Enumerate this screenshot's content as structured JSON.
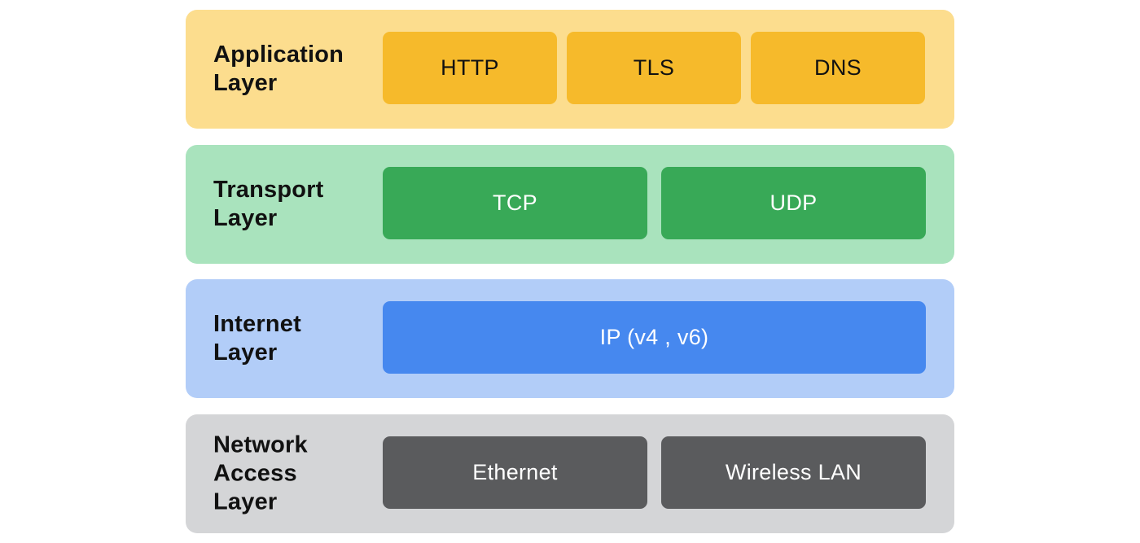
{
  "layers": {
    "application": {
      "label": [
        "Application",
        "Layer"
      ],
      "protocols": [
        "HTTP",
        "TLS",
        "DNS"
      ],
      "color": "#fcdd8e",
      "box_color": "#f6ba2b"
    },
    "transport": {
      "label": [
        "Transport",
        "Layer"
      ],
      "protocols": [
        "TCP",
        "UDP"
      ],
      "color": "#a9e3bd",
      "box_color": "#38a957"
    },
    "internet": {
      "label": [
        "Internet",
        "Layer"
      ],
      "protocols": [
        "IP (v4 , v6)"
      ],
      "color": "#b2cdf8",
      "box_color": "#4688ef"
    },
    "network_access": {
      "label": [
        "Network",
        "Access",
        "Layer"
      ],
      "protocols": [
        "Ethernet",
        "Wireless LAN"
      ],
      "color": "#d4d5d7",
      "box_color": "#5a5b5d"
    }
  }
}
